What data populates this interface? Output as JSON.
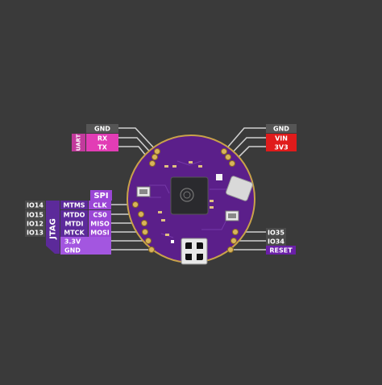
{
  "colors": {
    "background": "#3a3a3a",
    "board": "#5b1f8a",
    "board_edge": "#c9a24a",
    "gnd_label": "#555555",
    "power_label": "#e01b1b",
    "uart_label": "#e23db5",
    "uart_group": "#c23a9c",
    "gpio_label": "#4a4a4a",
    "jtag_label": "#5c2a9a",
    "spi_label": "#9b46d6",
    "power33_label": "#a356e0",
    "reset_label": "#6a1fa8",
    "wire": "#cfcfcf"
  },
  "left_top": {
    "gnd": "GND",
    "uart_group": "UART",
    "rx": "RX",
    "tx": "TX"
  },
  "right_top": {
    "gnd": "GND",
    "vin": "VIN",
    "v3v3": "3V3"
  },
  "spi": {
    "title": "SPI",
    "clk": "CLK",
    "cs0": "CS0",
    "miso": "MISO",
    "mosi": "MOSI"
  },
  "jtag": {
    "title": "JTAG",
    "mtms": "MTMS",
    "mtdo": "MTDO",
    "mtdi": "MTDI",
    "mtck": "MTCK"
  },
  "gpio": {
    "io14": "IO14",
    "io15": "IO15",
    "io12": "IO12",
    "io13": "IO13"
  },
  "power": {
    "v33": "3.3V",
    "gnd": "GND"
  },
  "right_bottom": {
    "io35": "IO35",
    "io34": "IO34",
    "reset": "RESET"
  }
}
